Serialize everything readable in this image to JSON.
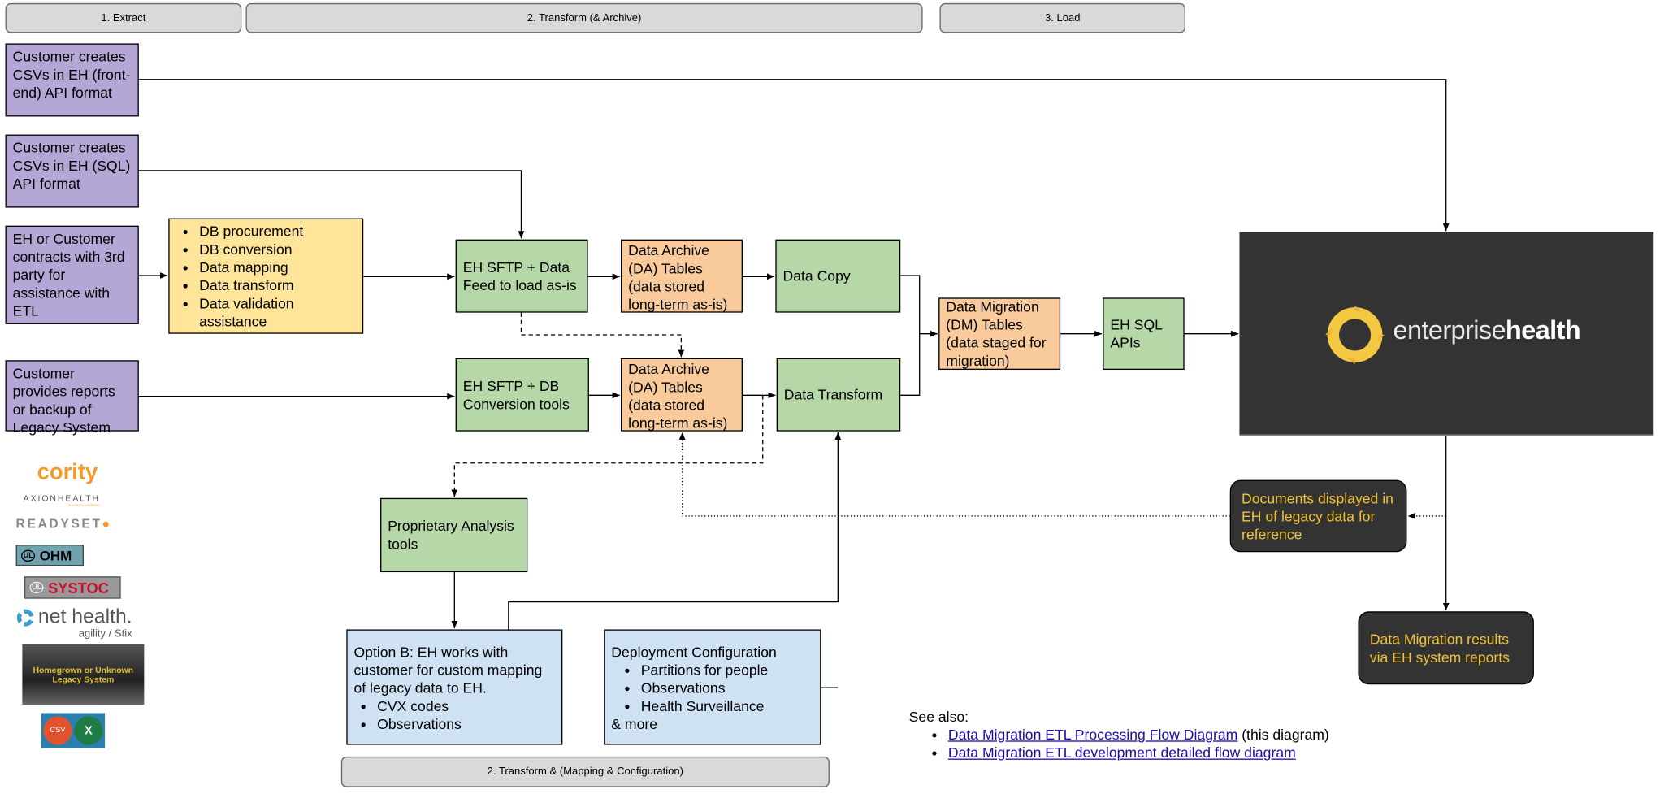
{
  "headers": {
    "extract": "1. Extract",
    "transform": "2. Transform (& Archive)",
    "load": "3. Load",
    "mapping": "2. Transform & (Mapping & Configuration)"
  },
  "sources": [
    "Customer creates CSVs in EH (front-end) API format",
    "Customer creates CSVs in EH (SQL) API format",
    "EH or Customer contracts with 3rd party for assistance with ETL",
    "Customer provides reports or backup of Legacy System"
  ],
  "third_party": {
    "items": [
      "DB procurement",
      "DB conversion",
      "Data mapping",
      "Data transform",
      "Data validation assistance"
    ]
  },
  "nodes": {
    "sftp_feed": "EH SFTP + Data Feed to load as-is",
    "sftp_db": "EH SFTP + DB Conversion tools",
    "da1": "Data Archive (DA) Tables (data stored long-term as-is)",
    "da2": "Data Archive (DA) Tables (data stored long-term as-is)",
    "data_copy": "Data Copy",
    "data_transform": "Data Transform",
    "dm": "Data Migration (DM) Tables (data staged for migration)",
    "sql_apis": "EH SQL APIs",
    "proprietary": "Proprietary Analysis tools",
    "docs": "Documents displayed in EH of legacy data for reference",
    "results": "Data Migration results via EH system reports"
  },
  "option_b": {
    "title": "Option B: EH works with customer for custom mapping of legacy data to EH.",
    "items": [
      "CVX codes",
      "Observations"
    ]
  },
  "deployment": {
    "title": "Deployment Configuration",
    "items": [
      "Partitions for people",
      "Observations",
      "Health Surveillance"
    ],
    "footer": "& more"
  },
  "eh_logo": {
    "text_light": "enterprise",
    "text_bold": "health",
    "color": "#f4c842"
  },
  "logos": {
    "cority": "cority",
    "axion": "AXIONHEALTH",
    "axion_sub": "A CORITY COMPANY",
    "readyset": "READYSET",
    "ohm": "OHM",
    "systoc": "SYSTOC",
    "nethealth": "net health.",
    "nethealth_sub": "agility / Stix",
    "homegrown": "Homegrown or Unknown Legacy System",
    "csv": "CSV",
    "excel": "X"
  },
  "see_also": {
    "label": "See also:",
    "links": [
      {
        "text": "Data Migration ETL Processing Flow Diagram",
        "suffix": " (this diagram)"
      },
      {
        "text": "Data Migration ETL development detailed flow diagram",
        "suffix": ""
      }
    ]
  },
  "colors": {
    "purple": "#b4a7d6",
    "yellow": "#ffe599",
    "green": "#b6d7a8",
    "orange": "#f9cb9c",
    "blue": "#cfe2f3",
    "dark": "#333333",
    "accent_text": "#f1c232"
  }
}
